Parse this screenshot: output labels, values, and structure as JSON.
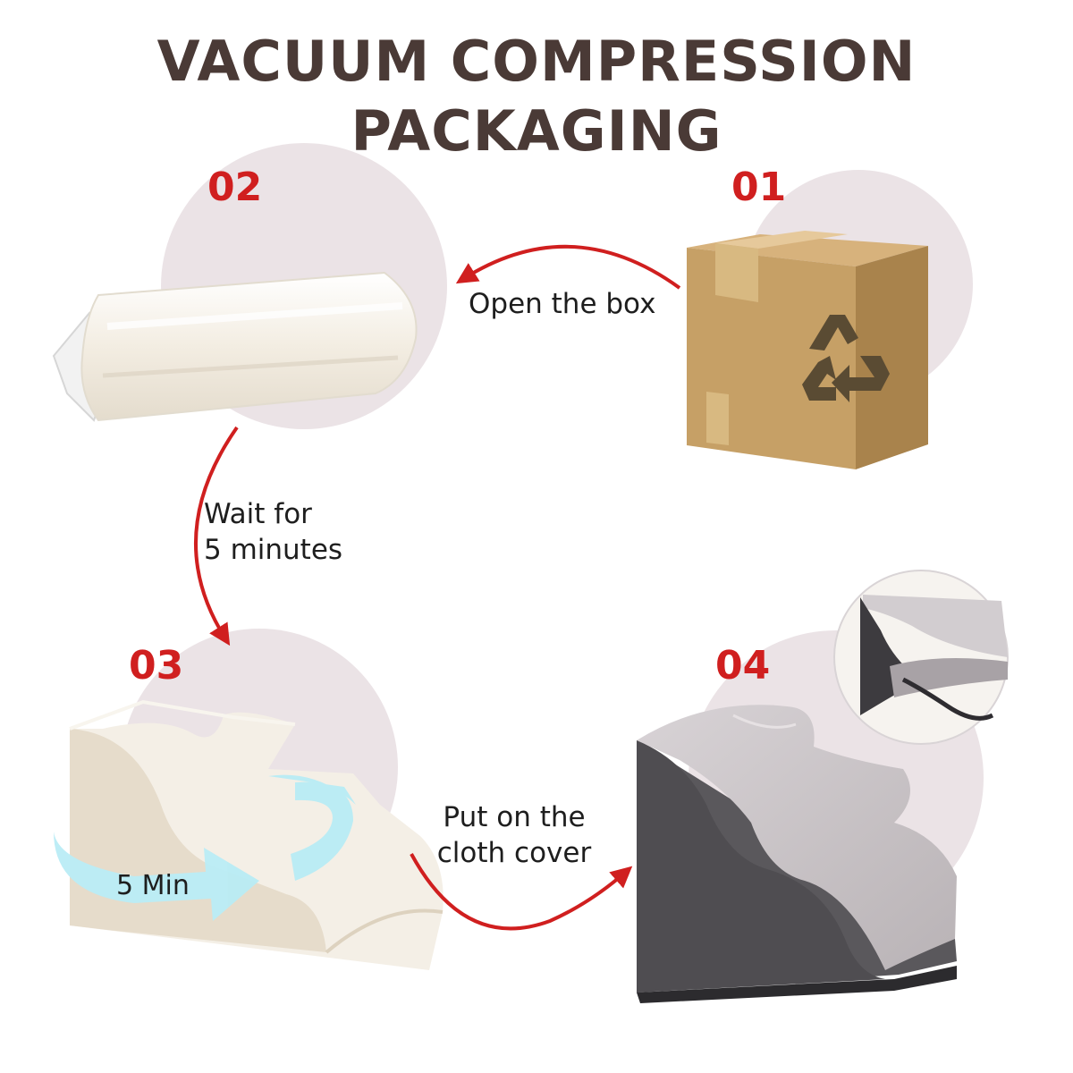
{
  "title": {
    "line1": "VACUUM COMPRESSION",
    "line2": "PACKAGING"
  },
  "steps": [
    {
      "number": "01",
      "caption": "Open the box"
    },
    {
      "number": "02",
      "caption_line1": "Wait for",
      "caption_line2": "5 minutes"
    },
    {
      "number": "03",
      "timer_label": "5 Min",
      "caption_line1": "Put on the",
      "caption_line2": "cloth cover"
    },
    {
      "number": "04"
    }
  ],
  "colors": {
    "title": "#4a3a36",
    "step_number": "#d01f1f",
    "arrow": "#d01f1f",
    "circle_bg": "#ebe3e6",
    "box": "#c49a5e",
    "foam": "#f4efe6",
    "cover_light": "#c9c4c7",
    "cover_dark": "#555357",
    "timer_arrow": "#b9ecf5"
  },
  "icons": [
    "recycle-icon",
    "cardboard-box-icon",
    "rolled-foam-icon",
    "foam-stairs-icon",
    "covered-stairs-icon",
    "circular-timer-arrow-icon"
  ]
}
